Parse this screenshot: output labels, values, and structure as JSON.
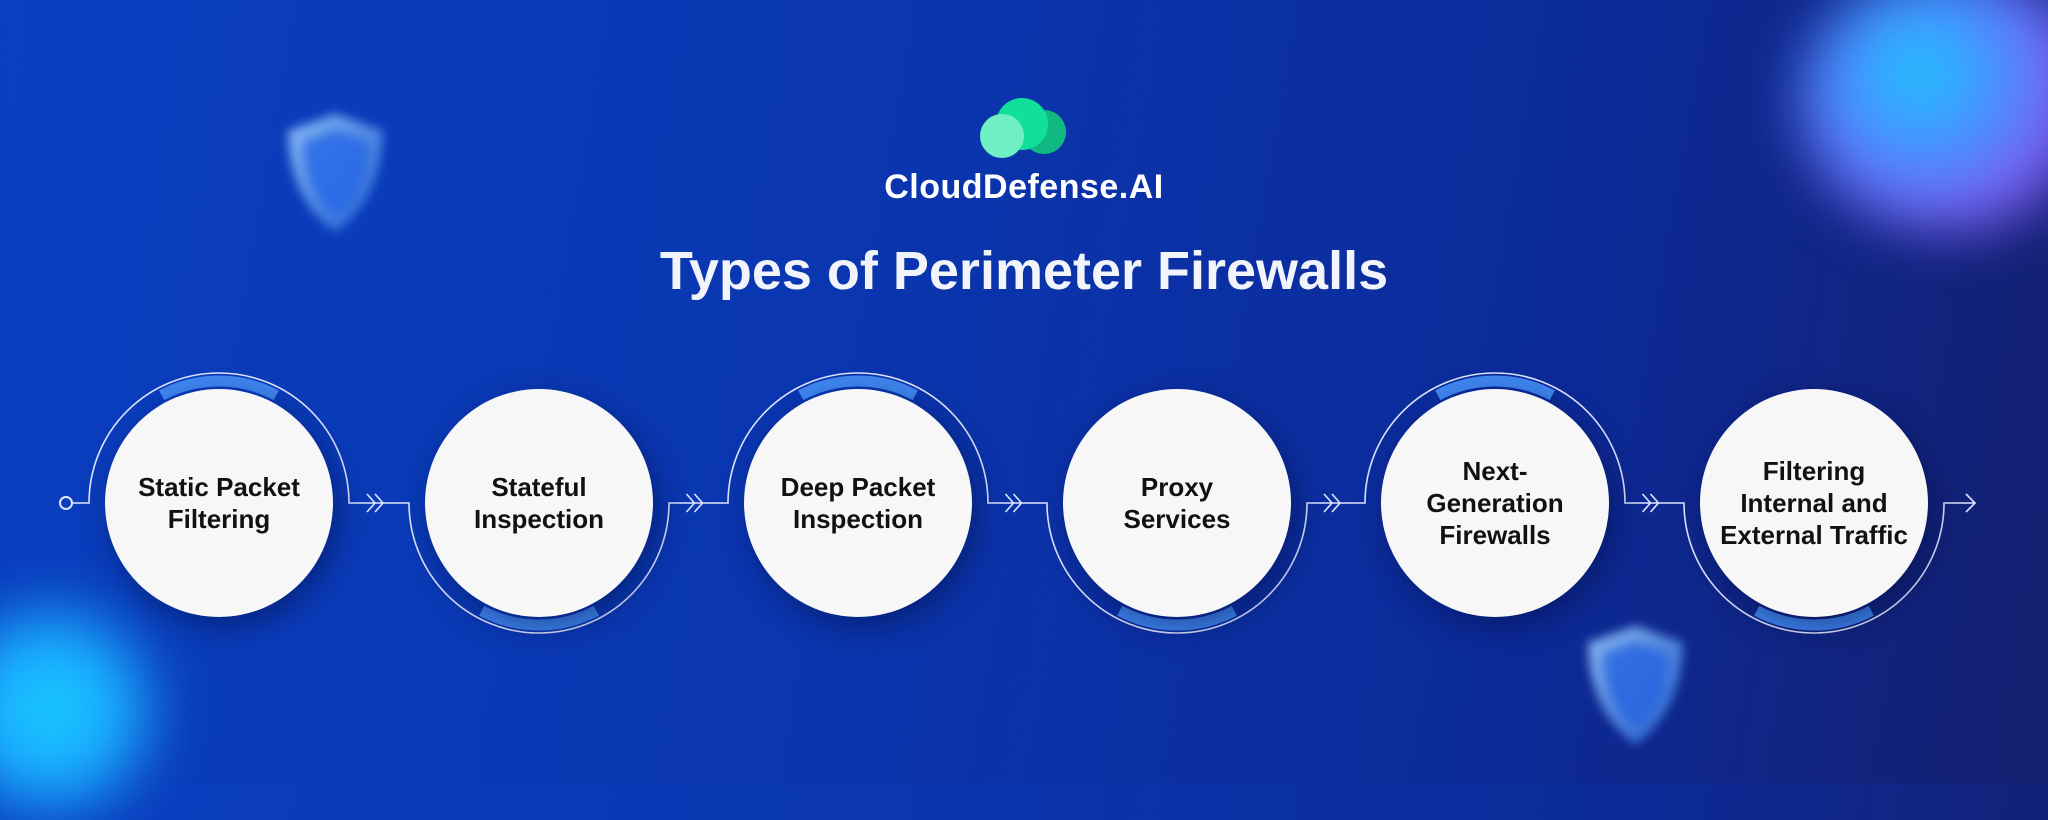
{
  "brand": {
    "name": "CloudDefense.AI",
    "logo_icon": "cloud-logo-icon"
  },
  "title": "Types of Perimeter Firewalls",
  "colors": {
    "accent": "#3b82f6",
    "logo_green": "#12e09a",
    "background": "#0a3bb5"
  },
  "steps": [
    {
      "lines": [
        "Static Packet",
        "Filtering"
      ]
    },
    {
      "lines": [
        "Stateful",
        "Inspection"
      ]
    },
    {
      "lines": [
        "Deep Packet",
        "Inspection"
      ]
    },
    {
      "lines": [
        "Proxy",
        "Services"
      ]
    },
    {
      "lines": [
        "Next-",
        "Generation",
        "Firewalls"
      ]
    },
    {
      "lines": [
        "Filtering",
        "Internal and",
        "External Traffic"
      ]
    }
  ]
}
